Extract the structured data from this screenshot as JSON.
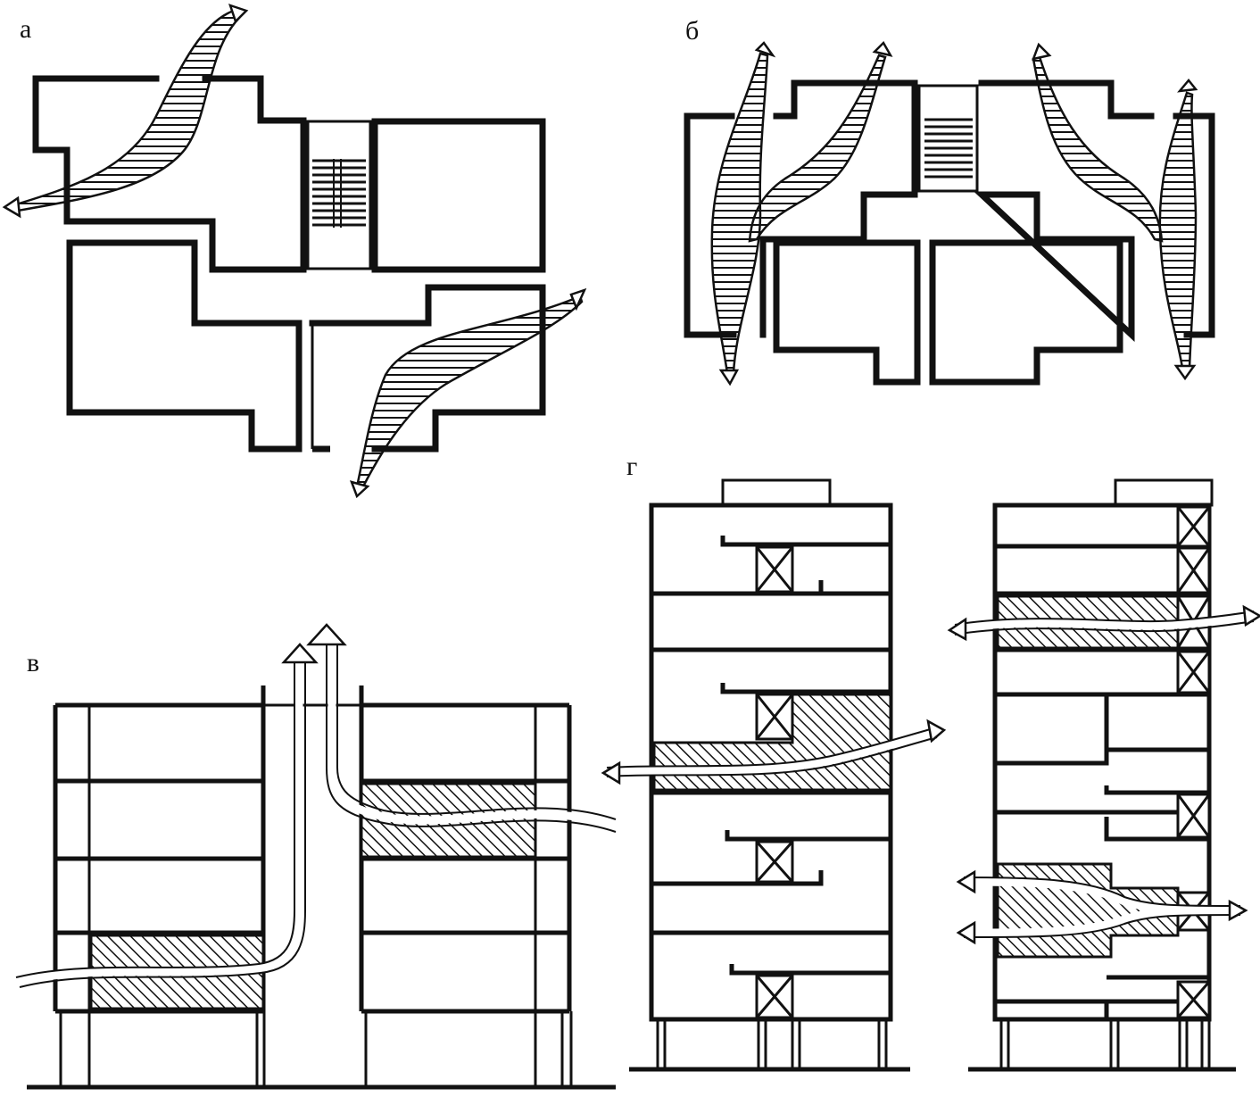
{
  "figure": {
    "panels": [
      {
        "id": "a",
        "label": "а"
      },
      {
        "id": "b",
        "label": "б"
      },
      {
        "id": "v",
        "label": "в"
      },
      {
        "id": "g",
        "label": "г"
      }
    ]
  }
}
